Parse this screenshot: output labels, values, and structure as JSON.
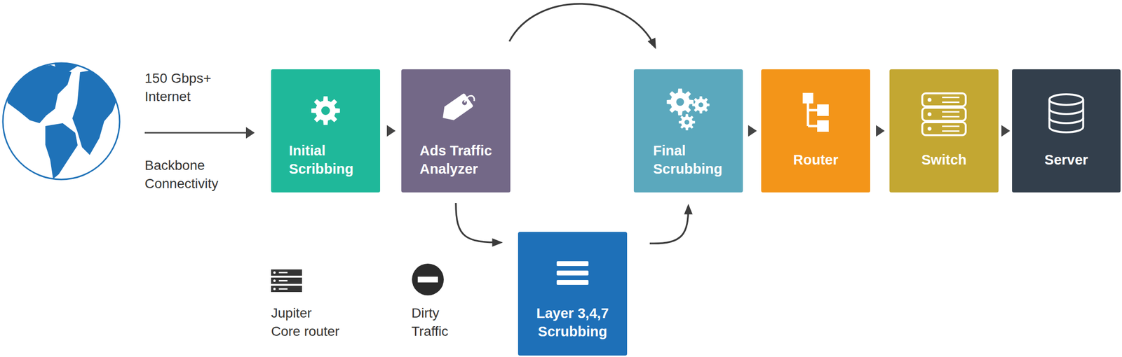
{
  "diagram": {
    "nodes": [
      {
        "text": [
          "Initial Scribbing"
        ]
      },
      {
        "text": [
          "Ads Traffic Analyzer"
        ]
      },
      {
        "text": [
          "Final Scrubbing"
        ]
      },
      {
        "text": [
          "Router"
        ]
      },
      {
        "text": [
          "Switch"
        ]
      },
      {
        "text": [
          "Server"
        ]
      },
      {
        "text": [
          "Layer 3,4,7 Scrubbing"
        ]
      }
    ],
    "edges": [
      {
        "from": 0,
        "to": 1,
        "arrow": "to"
      },
      {
        "from": 1,
        "to": 2,
        "arrow": "to"
      },
      {
        "from": 1,
        "to": 6,
        "arrow": "to"
      },
      {
        "from": 6,
        "to": 2,
        "arrow": "to"
      },
      {
        "from": 2,
        "to": 3,
        "arrow": "to"
      },
      {
        "from": 3,
        "to": 4,
        "arrow": "to"
      },
      {
        "from": 4,
        "to": 5,
        "arrow": "to"
      }
    ],
    "labels": [
      "150 Gbps+ Internet",
      "Backbone Connectivity"
    ],
    "legend": [
      {
        "text": "Jupiter Core router"
      },
      {
        "text": "Dirty Traffic"
      }
    ]
  }
}
